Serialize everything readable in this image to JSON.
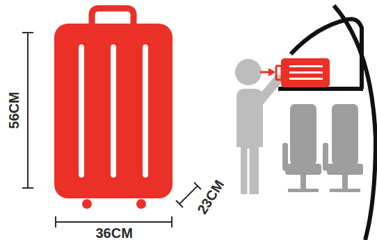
{
  "diagram": {
    "labels": [
      "56CM",
      "36CM",
      "23CM"
    ]
  }
}
